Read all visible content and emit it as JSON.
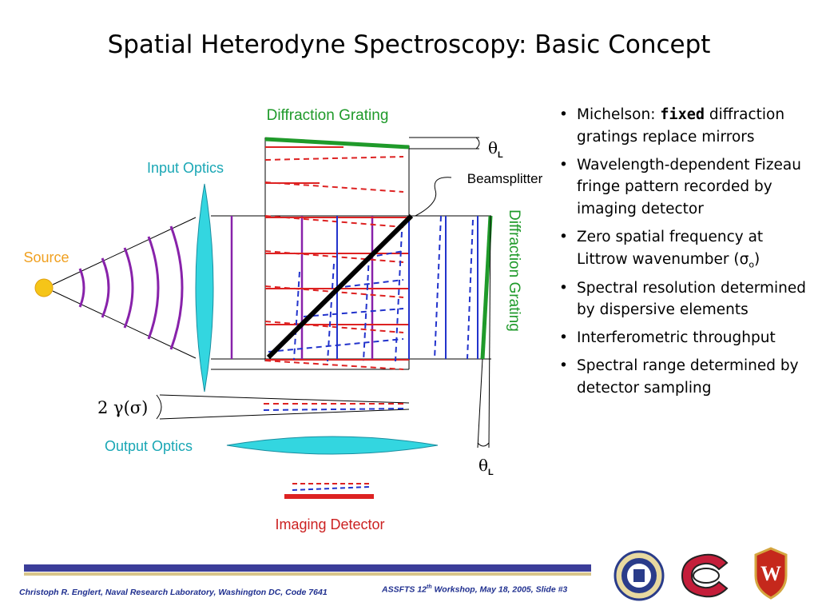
{
  "slide": {
    "title": "Spatial Heterodyne Spectroscopy: Basic Concept"
  },
  "diagram": {
    "labels": {
      "diffraction_grating_top": "Diffraction Grating",
      "diffraction_grating_side": "Diffraction Grating",
      "input_optics": "Input Optics",
      "source": "Source",
      "beamsplitter": "Beamsplitter",
      "theta_l_top": "θ",
      "theta_l_top_sub": "L",
      "theta_l_bottom": "θ",
      "theta_l_bottom_sub": "L",
      "two_gamma_sigma": "2 γ(σ)",
      "output_optics": "Output Optics",
      "imaging_detector": "Imaging Detector"
    },
    "colors": {
      "cyan_label": "#1aa7b5",
      "green_label": "#1f9a2a",
      "red_label": "#cc2222",
      "source_label": "#f0a020",
      "lens": "#33d6e0",
      "purple": "#8822aa",
      "red_line": "#dd2222",
      "blue_line": "#2233cc",
      "grating_green": "#1f9a2a"
    }
  },
  "bullets": [
    {
      "pre": "Michelson: ",
      "bold": "fixed",
      "post": " diffraction gratings replace mirrors"
    },
    {
      "pre": "Wavelength-dependent Fizeau fringe pattern recorded by imaging detector",
      "bold": "",
      "post": ""
    },
    {
      "pre": "Zero spatial frequency at Littrow wavenumber (σ",
      "bold": "",
      "post": "o)"
    },
    {
      "pre": "Spectral resolution determined by dispersive elements",
      "bold": "",
      "post": ""
    },
    {
      "pre": "Interferometric throughput",
      "bold": "",
      "post": ""
    },
    {
      "pre": "Spectral range determined by detector sampling",
      "bold": "",
      "post": ""
    }
  ],
  "footer": {
    "left": "Christoph R. Englert, Naval Research Laboratory, Washington DC, Code 7641",
    "right_pre": "ASSFTS 12",
    "right_sup": "th",
    "right_post": " Workshop, May 18, 2005, Slide #3"
  },
  "logos": {
    "seal_icon": "navy-seal-icon",
    "c_logo_icon": "cornell-c-icon",
    "w_crest_icon": "wisconsin-crest-icon"
  }
}
